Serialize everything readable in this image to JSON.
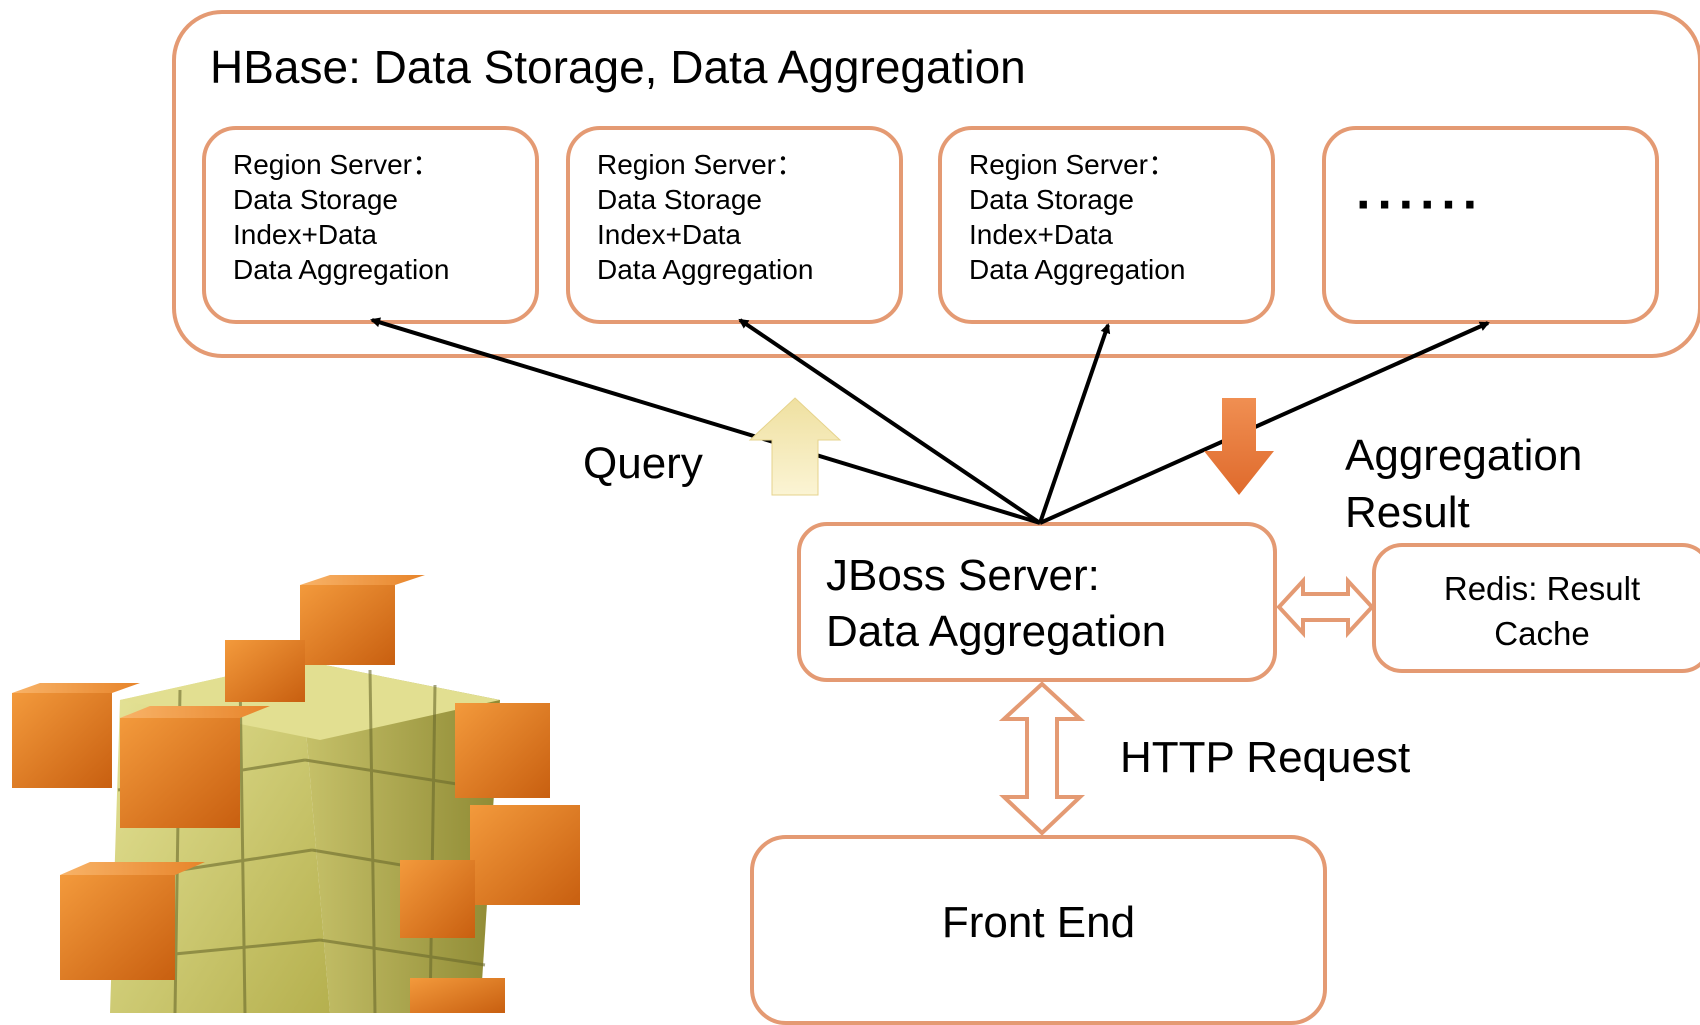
{
  "hbase": {
    "title": "HBase: Data Storage, Data Aggregation"
  },
  "region_servers": [
    {
      "lines": [
        "Region Server：",
        "Data Storage",
        "Index+Data",
        "Data Aggregation"
      ]
    },
    {
      "lines": [
        "Region Server：",
        "Data Storage",
        "Index+Data",
        "Data Aggregation"
      ]
    },
    {
      "lines": [
        "Region Server：",
        "Data Storage",
        "Index+Data",
        "Data Aggregation"
      ]
    }
  ],
  "more_servers": {
    "text": "······"
  },
  "labels": {
    "query": "Query",
    "aggregation_result_1": "Aggregation",
    "aggregation_result_2": "Result",
    "http_request": "HTTP Request"
  },
  "jboss": {
    "line1": "JBoss Server:",
    "line2": "Data Aggregation"
  },
  "redis": {
    "line1": "Redis: Result",
    "line2": "Cache"
  },
  "front_end": {
    "text": "Front End"
  },
  "colors": {
    "box_border": "#e49a73",
    "query_arrow": "#f3e3a4",
    "result_arrow": "#e8773a",
    "cube_orange": "#e8771f",
    "cube_yellow": "#c8c66a"
  }
}
